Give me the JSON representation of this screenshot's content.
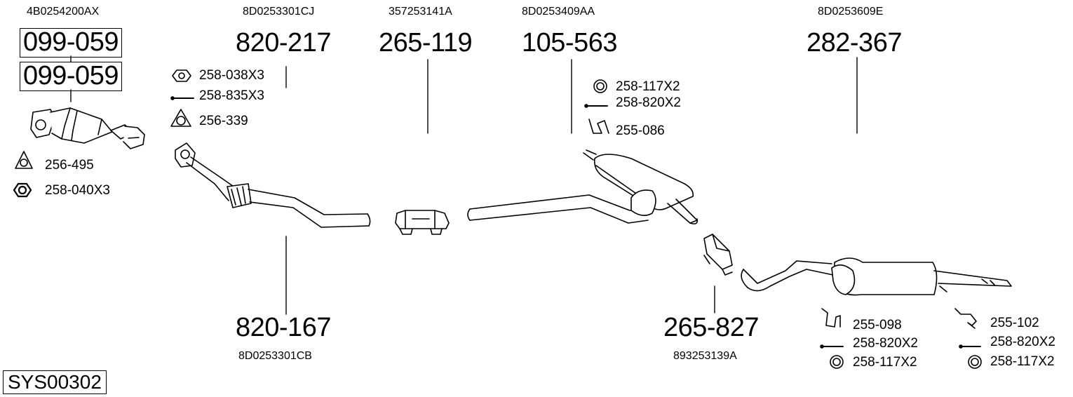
{
  "system_code": "SYS00302",
  "parts": {
    "cat": {
      "oe": "4B0254200AX",
      "num1": "099-059",
      "num2": "099-059",
      "acc1": "256-495",
      "acc2": "258-040X3"
    },
    "front_pipe_top": {
      "oe": "8D0253301CJ",
      "num": "820-217",
      "acc1": "258-038X3",
      "acc2": "258-835X3",
      "acc3": "256-339"
    },
    "front_pipe_bottom": {
      "oe": "8D0253301CB",
      "num": "820-167"
    },
    "clamp": {
      "oe": "357253141A",
      "num": "265-119"
    },
    "mid_silencer": {
      "oe": "8D0253409AA",
      "num": "105-563",
      "acc1": "258-117X2",
      "acc2": "258-820X2",
      "acc3": "255-086"
    },
    "clamp2": {
      "oe": "893253139A",
      "num": "265-827"
    },
    "rear_silencer": {
      "oe": "8D0253609E",
      "num": "282-367"
    },
    "rear_left_acc": {
      "acc1": "255-098",
      "acc2": "258-820X2",
      "acc3": "258-117X2"
    },
    "rear_right_acc": {
      "acc1": "255-102",
      "acc2": "258-820X2",
      "acc3": "258-117X2"
    }
  }
}
